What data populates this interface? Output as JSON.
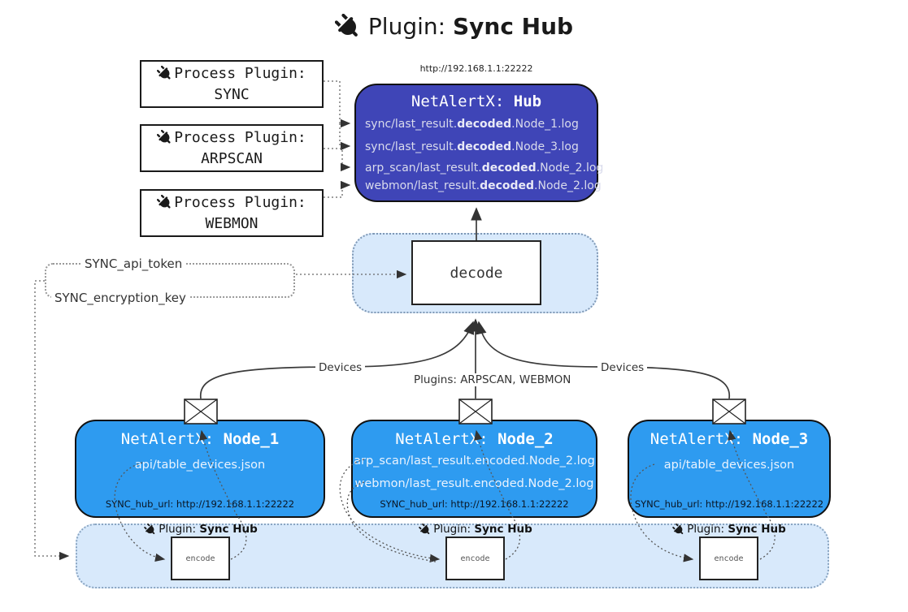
{
  "colors": {
    "hub-bg": "#3F45B7",
    "node-bg": "#2E9BF0",
    "band-bg": "#D8E9FB",
    "ink": "#1a1a1a"
  },
  "title": {
    "prefix": "Plugin: ",
    "name": "Sync Hub"
  },
  "process_plugins": [
    {
      "label": "Process Plugin:",
      "name": "SYNC"
    },
    {
      "label": "Process Plugin:",
      "name": "ARPSCAN"
    },
    {
      "label": "Process Plugin:",
      "name": "WEBMON"
    }
  ],
  "hub": {
    "url": "http://192.168.1.1:22222",
    "title_prefix": "NetAlertX: ",
    "title_name": "Hub",
    "logs": [
      {
        "pre": "sync/last_result.",
        "bold": "decoded",
        "post": ".Node_1.log"
      },
      {
        "pre": "sync/last_result.",
        "bold": "decoded",
        "post": ".Node_3.log"
      },
      {
        "pre": "arp_scan/last_result.",
        "bold": "decoded",
        "post": ".Node_2.log"
      },
      {
        "pre": "webmon/last_result.",
        "bold": "decoded",
        "post": ".Node_2.log"
      }
    ]
  },
  "decode": {
    "label": "decode"
  },
  "secrets": {
    "api_token": "SYNC_api_token",
    "encryption_key": "SYNC_encryption_key"
  },
  "edges": {
    "left": "Devices",
    "middle": "Plugins: ARPSCAN, WEBMON",
    "right": "Devices"
  },
  "nodes": [
    {
      "title_prefix": "NetAlertX: ",
      "title_name": "Node_1",
      "files": [
        "api/table_devices.json"
      ],
      "hub_url": "SYNC_hub_url: http://192.168.1.1:22222"
    },
    {
      "title_prefix": "NetAlertX: ",
      "title_name": "Node_2",
      "files": [
        "arp_scan/last_result.encoded.Node_2.log",
        "webmon/last_result.encoded.Node_2.log"
      ],
      "hub_url": "SYNC_hub_url: http://192.168.1.1:22222"
    },
    {
      "title_prefix": "NetAlertX: ",
      "title_name": "Node_3",
      "files": [
        "api/table_devices.json"
      ],
      "hub_url": "SYNC_hub_url: http://192.168.1.1:22222"
    }
  ],
  "encode_band": {
    "plugin_label_prefix": "Plugin: ",
    "plugin_label_name": "Sync Hub",
    "encode_label": "encode"
  }
}
